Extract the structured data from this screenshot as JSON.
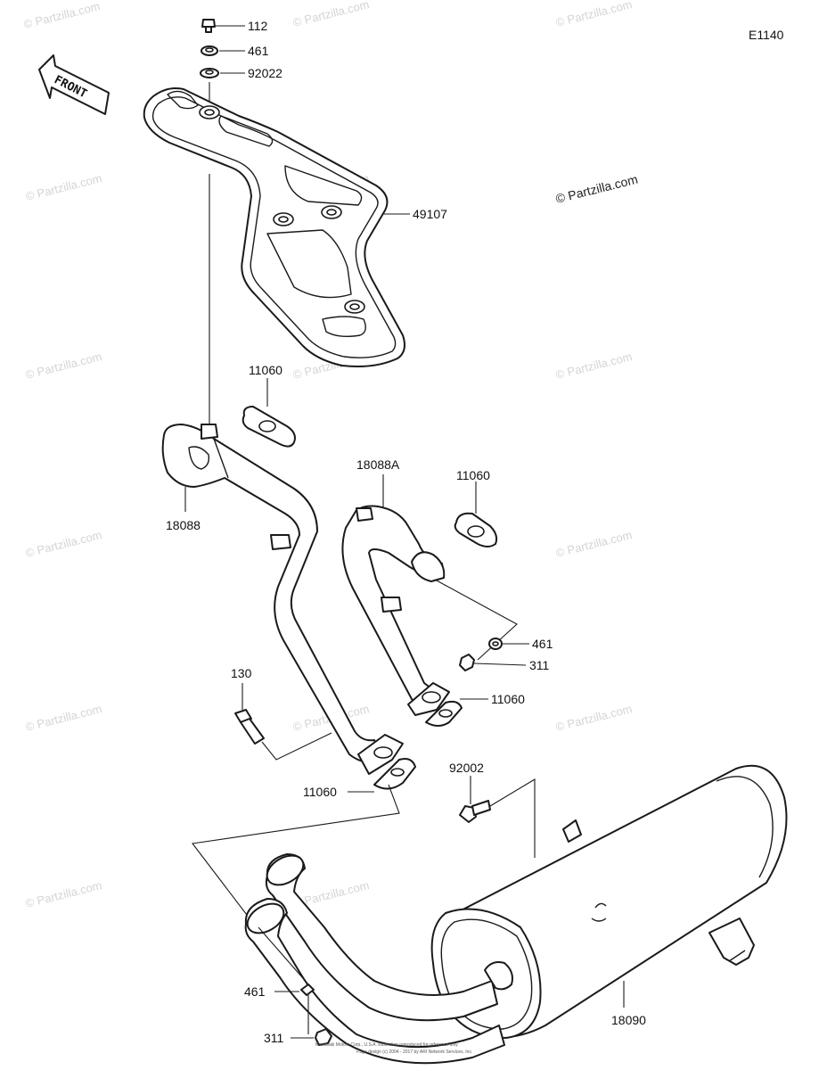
{
  "diagram_code": "E1140",
  "front_label": "FRONT",
  "copyright_watermark": "© Partzilla.com",
  "parts": {
    "bolt_112": "112",
    "washer_461_top": "461",
    "washer_92022": "92022",
    "guard_49107": "49107",
    "gasket_11060_upper_left": "11060",
    "pipe_18088": "18088",
    "pipe_18088A": "18088A",
    "gasket_11060_upper_right": "11060",
    "washer_461_mid": "461",
    "nut_311_mid": "311",
    "gasket_11060_right_lower": "11060",
    "bolt_130": "130",
    "gasket_11060_lower": "11060",
    "bolt_92002": "92002",
    "washer_461_bottom": "461",
    "nut_311_bottom": "311",
    "muffler_18090": "18090"
  },
  "footer": {
    "line1": "Kawasaki Motors Corp., U.S.A. illustration reproduced for reference only",
    "line2": "Page design (c) 2004 - 2017 by ARI Network Services, Inc."
  }
}
